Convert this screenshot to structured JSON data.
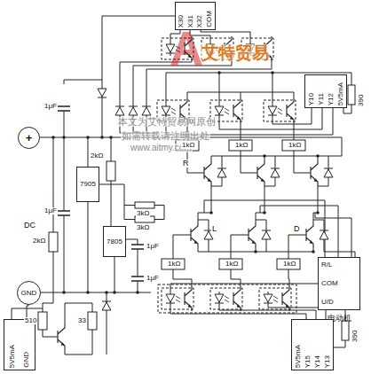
{
  "diagram": {
    "nodes": [
      {
        "text": [
          "X30",
          "X31",
          "X32",
          "COM"
        ]
      },
      {
        "text": [
          "Y10",
          "Y11",
          "Y12",
          "5V5mA"
        ]
      },
      {
        "text": [
          "+"
        ]
      },
      {
        "text": [
          "7905"
        ]
      },
      {
        "text": [
          "7805"
        ]
      },
      {
        "text": [
          "R/L",
          "COM",
          "U/D",
          "电动机"
        ]
      },
      {
        "text": [
          "GND"
        ]
      },
      {
        "text": [
          "5V5mA",
          "GND"
        ]
      },
      {
        "text": [
          "5V5mA",
          "Y15",
          "Y14",
          "Y13"
        ]
      }
    ],
    "labels": [
      "艾特贸易",
      "本文为艾特贸易网原创",
      "如需转载请注明出处",
      "www.aitmy.com",
      "DC",
      "1μF",
      "1μF",
      "1μF",
      "1μF",
      "2kΩ",
      "2kΩ",
      "3kΩ",
      "3kΩ",
      "1kΩ",
      "1kΩ",
      "1kΩ",
      "1kΩ",
      "1kΩ",
      "1kΩ",
      "R",
      "L",
      "D",
      "390",
      "390",
      "510",
      "33"
    ]
  }
}
